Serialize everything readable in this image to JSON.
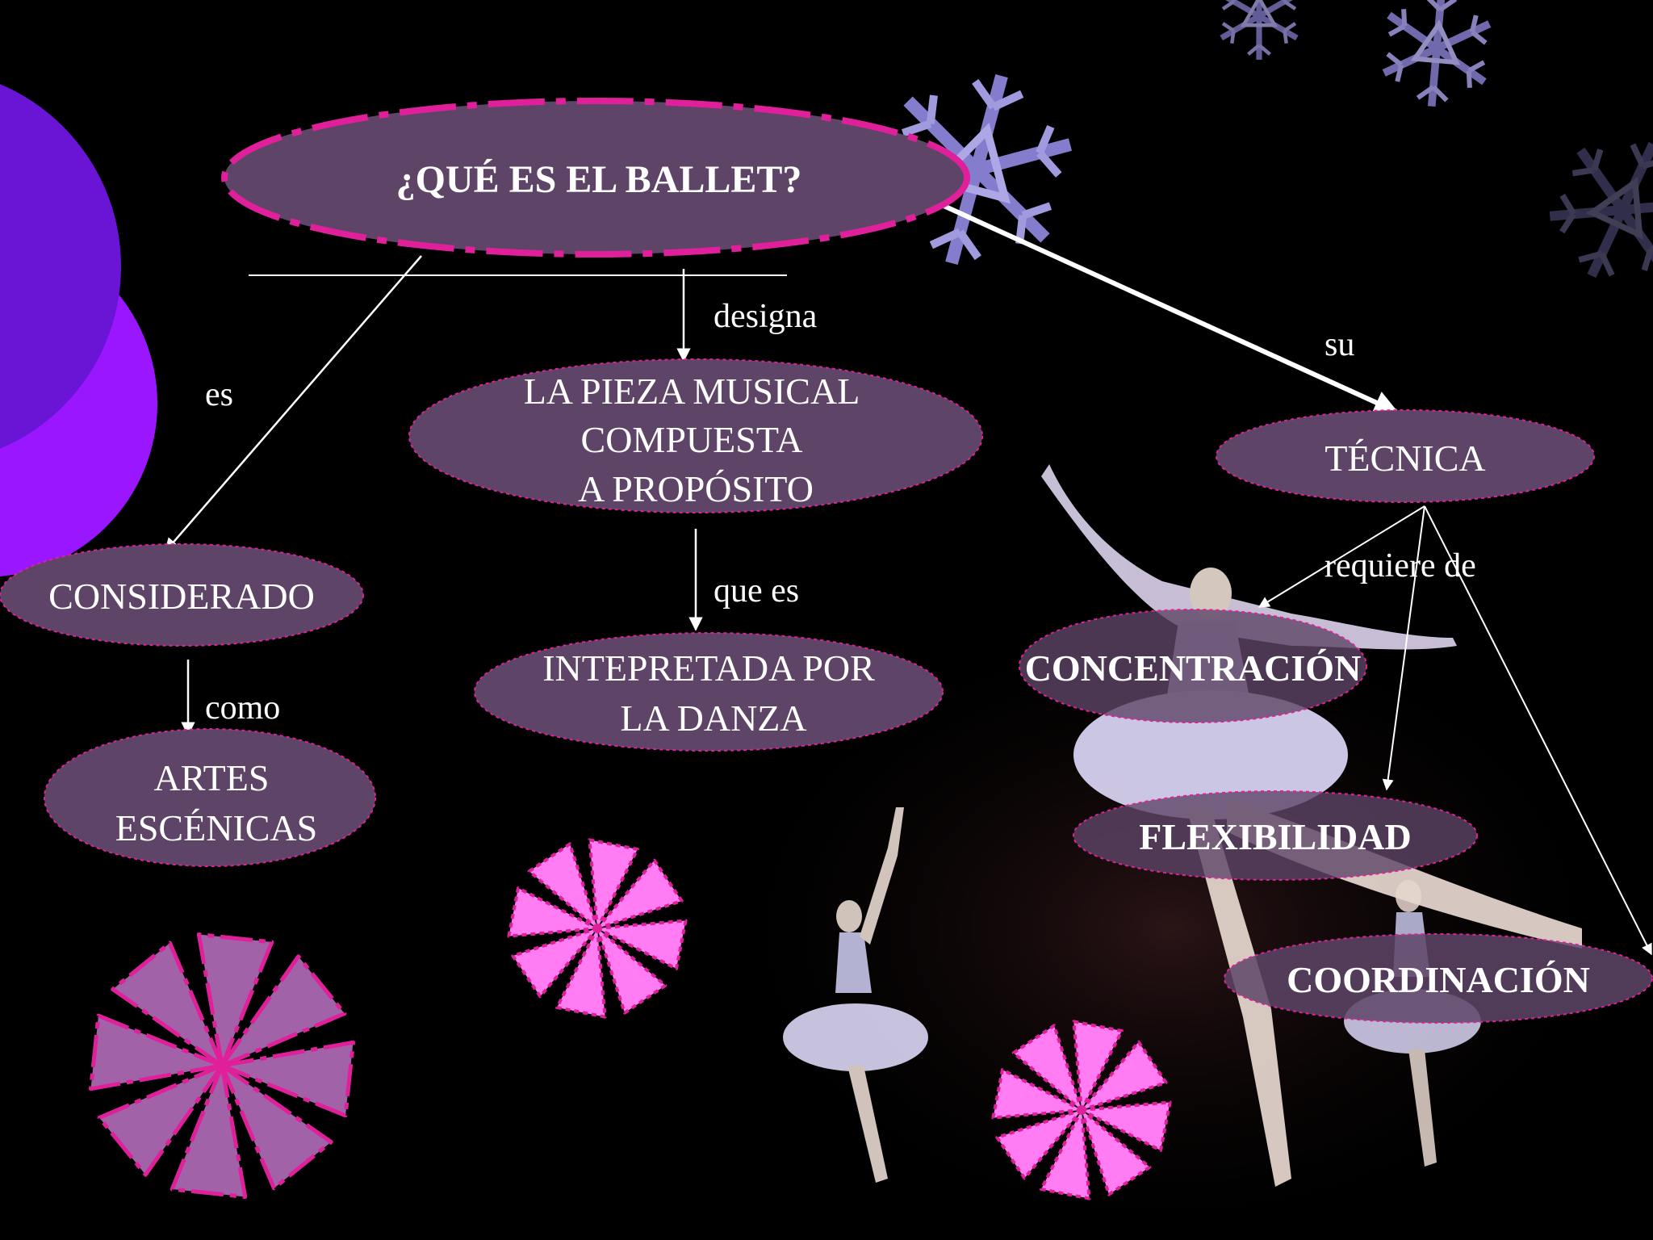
{
  "colors": {
    "background": "#000000",
    "node_fill": "#5e4567",
    "node_border": "#e0209a",
    "circle_dark": "#6a14d6",
    "circle_light": "#9a16ff",
    "pinwheel_light": "#ff7cf2",
    "pinwheel_muted": "#a262a8",
    "snowflake": "#8c84d8"
  },
  "nodes": {
    "main": "¿QUÉ ES EL BALLET?",
    "pieza": [
      "LA PIEZA MUSICAL",
      "COMPUESTA",
      "A PROPÓSITO"
    ],
    "considerado": "CONSIDERADO",
    "artes": [
      "ARTES",
      "ESCÉNICAS"
    ],
    "interpretada": [
      "INTEPRETADA POR",
      "LA DANZA"
    ],
    "tecnica": "TÉCNICA",
    "concentracion": "CONCENTRACIÓN",
    "flexibilidad": "FLEXIBILIDAD",
    "coordinacion": "COORDINACIÓN"
  },
  "links": {
    "es": "es",
    "designa": "designa",
    "su": "su",
    "como": "como",
    "que_es": "que es",
    "requiere_de": "requiere de"
  }
}
